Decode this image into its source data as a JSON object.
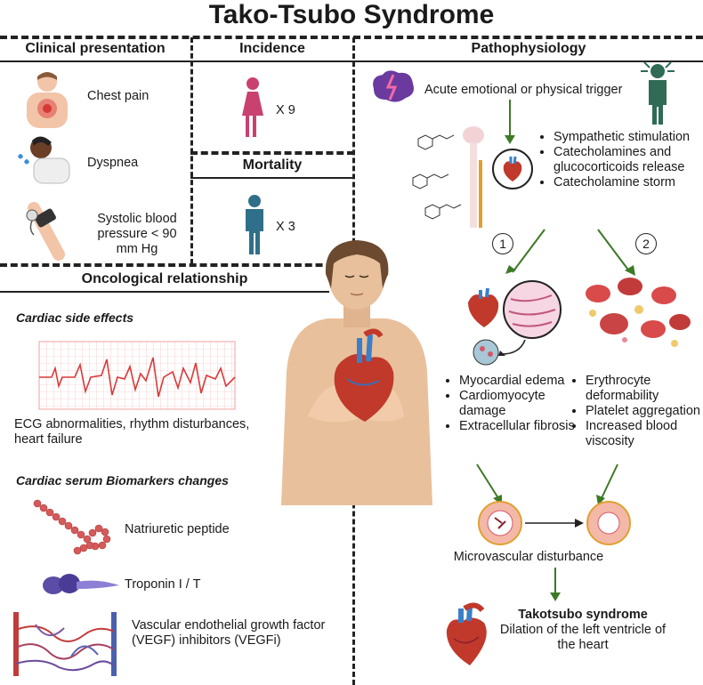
{
  "title": "Tako-Tsubo Syndrome",
  "clinical": {
    "header": "Clinical presentation",
    "items": [
      "Chest pain",
      "Dyspnea",
      "Systolic blood pressure < 90 mm Hg"
    ]
  },
  "incidence": {
    "header": "Incidence",
    "value": "X 9"
  },
  "mortality": {
    "header": "Mortality",
    "value": "X 3"
  },
  "oncological": {
    "header": "Oncological relationship",
    "cardiac_side_effects": "Cardiac side effects",
    "ecg_text": "ECG abnormalities, rhythm disturbances, heart failure",
    "biomarkers_header": "Cardiac serum Biomarkers changes",
    "biomarkers": [
      "Natriuretic peptide",
      "Troponin I / T",
      "Vascular endothelial growth factor (VEGF) inhibitors (VEGFi)"
    ]
  },
  "patho": {
    "header": "Pathophysiology",
    "trigger": "Acute emotional or physical trigger",
    "stim": [
      "Sympathetic stimulation",
      "Catecholamines and glucocorticoids release",
      "Catecholamine storm"
    ],
    "path1_num": "1",
    "path2_num": "2",
    "path1": [
      "Myocardial edema",
      "Cardiomyocyte damage",
      "Extracellular fibrosis"
    ],
    "path2": [
      "Erythrocyte deformability",
      "Platelet aggregation",
      "Increased blood viscosity"
    ],
    "micro": "Microvascular disturbance",
    "final_title": "Takotsubo syndrome",
    "final_text": "Dilation of the left ventricle of the heart"
  },
  "colors": {
    "female": "#c9416f",
    "male": "#2f6f8a",
    "arrow": "#3d7a27",
    "heart": "#c0392b",
    "ecg": "#d93a3a"
  }
}
